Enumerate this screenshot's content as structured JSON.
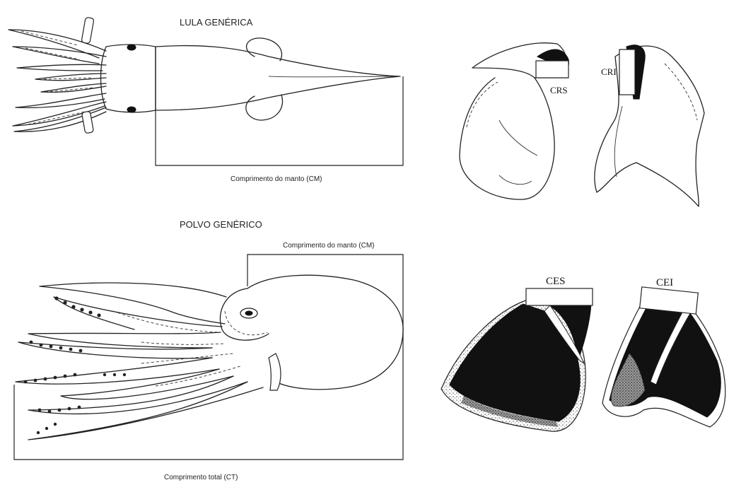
{
  "squid": {
    "title": "LULA GENÉRICA",
    "mantle_label": "Comprimento do manto (CM)"
  },
  "octopus": {
    "title": "POLVO GENÉRICO",
    "mantle_label": "Comprimento do manto (CM)",
    "total_label": "Comprimento total (CT)"
  },
  "squid_beak": {
    "upper_label": "CRS",
    "lower_label": "CRI"
  },
  "octopus_beak": {
    "upper_label": "CES",
    "lower_label": "CEI"
  }
}
